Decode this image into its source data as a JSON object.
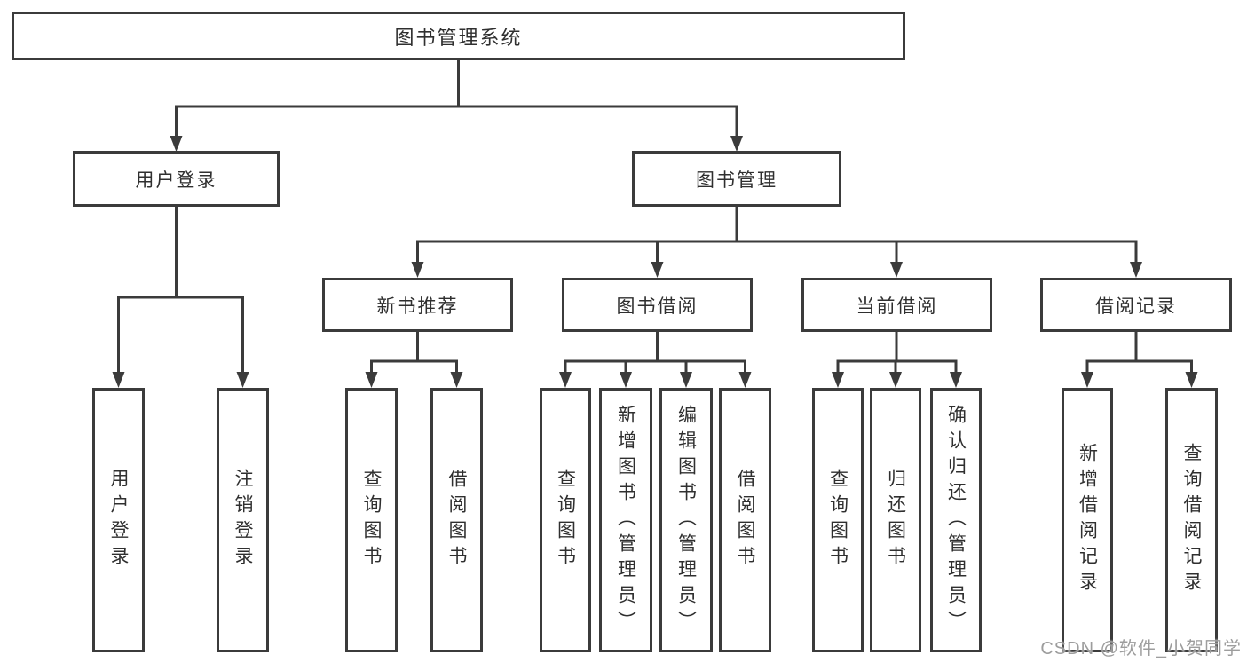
{
  "diagram_title": "图书管理系统",
  "tree": {
    "label": "图书管理系统",
    "children": [
      {
        "label": "用户登录",
        "children": [
          {
            "label": "用户登录"
          },
          {
            "label": "注销登录"
          }
        ]
      },
      {
        "label": "图书管理",
        "children": [
          {
            "label": "新书推荐",
            "children": [
              {
                "label": "查询图书"
              },
              {
                "label": "借阅图书"
              }
            ]
          },
          {
            "label": "图书借阅",
            "children": [
              {
                "label": "查询图书"
              },
              {
                "label": "新增图书（管理员）"
              },
              {
                "label": "编辑图书（管理员）"
              },
              {
                "label": "借阅图书"
              }
            ]
          },
          {
            "label": "当前借阅",
            "children": [
              {
                "label": "查询图书"
              },
              {
                "label": "归还图书"
              },
              {
                "label": "确认归还（管理员）"
              }
            ]
          },
          {
            "label": "借阅记录",
            "children": [
              {
                "label": "新增借阅记录"
              },
              {
                "label": "查询借阅记录"
              }
            ]
          }
        ]
      }
    ]
  },
  "watermark": "CSDN @软件_小贺同学",
  "colors": {
    "line": "#3b3b3b",
    "box_fill": "#ffffff",
    "text": "#2f2f2f",
    "watermark": "#9d9d9d",
    "background": "#ffffff"
  }
}
